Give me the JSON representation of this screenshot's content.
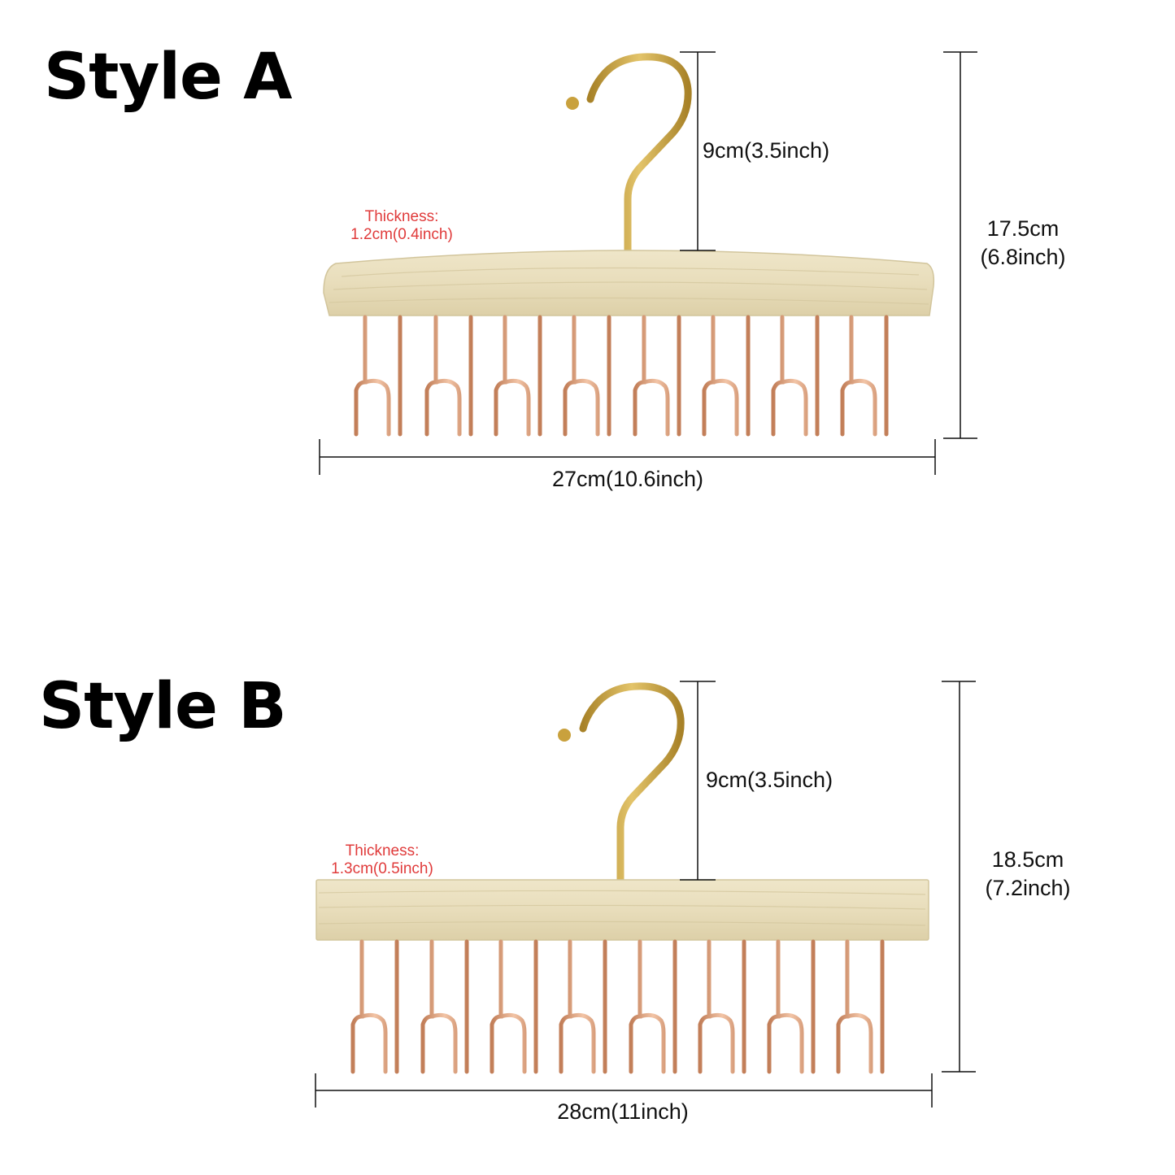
{
  "styles": [
    {
      "id": "a",
      "title": "Style A",
      "hook_height": "9cm(3.5inch)",
      "total_height_cm": "17.5cm",
      "total_height_in": "(6.8inch)",
      "width": "27cm(10.6inch)",
      "thickness_label": "Thickness:",
      "thickness_value": "1.2cm(0.4inch)",
      "hook_count": 8
    },
    {
      "id": "b",
      "title": "Style B",
      "hook_height": "9cm(3.5inch)",
      "total_height_cm": "18.5cm",
      "total_height_in": "(7.2inch)",
      "width": "28cm(11inch)",
      "thickness_label": "Thickness:",
      "thickness_value": "1.3cm(0.5inch)",
      "hook_count": 8
    }
  ],
  "colors": {
    "wood": "#ece2c3",
    "wood_grain": "#d9cda6",
    "hook_gold": "#c9a13d",
    "hook_rose": "#d99a74",
    "thickness_text": "#e03b3b",
    "dimension_line": "#111111"
  }
}
